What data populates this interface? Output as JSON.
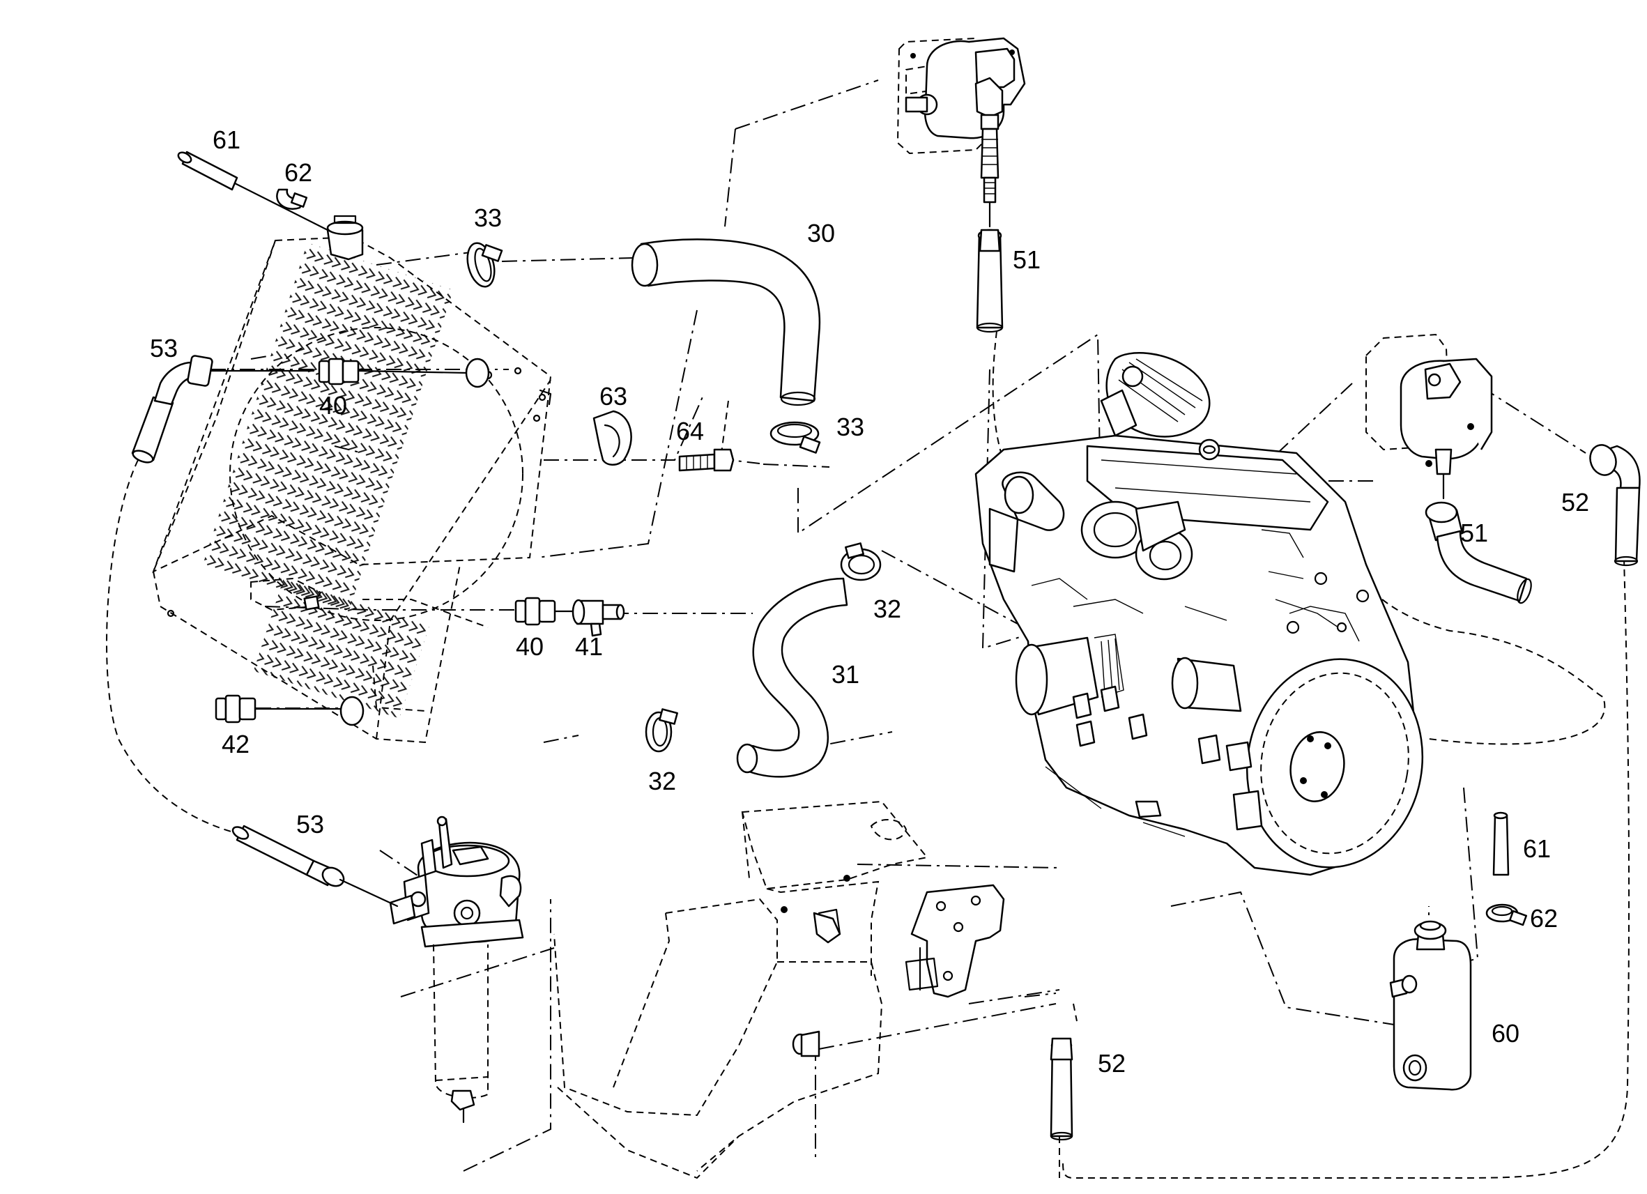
{
  "callouts": [
    {
      "id": "c61a",
      "text": "61"
    },
    {
      "id": "c62a",
      "text": "62"
    },
    {
      "id": "c33a",
      "text": "33"
    },
    {
      "id": "c30",
      "text": "30"
    },
    {
      "id": "c51a",
      "text": "51"
    },
    {
      "id": "c53a",
      "text": "53"
    },
    {
      "id": "c40a",
      "text": "40"
    },
    {
      "id": "c63",
      "text": "63"
    },
    {
      "id": "c64",
      "text": "64"
    },
    {
      "id": "c33b",
      "text": "33"
    },
    {
      "id": "c52a",
      "text": "52"
    },
    {
      "id": "c51b",
      "text": "51"
    },
    {
      "id": "c32a",
      "text": "32"
    },
    {
      "id": "c31",
      "text": "31"
    },
    {
      "id": "c40b",
      "text": "40"
    },
    {
      "id": "c41",
      "text": "41"
    },
    {
      "id": "c42",
      "text": "42"
    },
    {
      "id": "c32b",
      "text": "32"
    },
    {
      "id": "c53b",
      "text": "53"
    },
    {
      "id": "c61b",
      "text": "61"
    },
    {
      "id": "c62b",
      "text": "62"
    },
    {
      "id": "c60",
      "text": "60"
    },
    {
      "id": "c52b",
      "text": "52"
    }
  ]
}
